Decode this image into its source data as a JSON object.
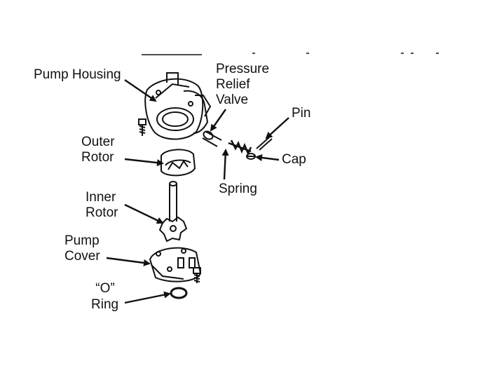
{
  "diagram": {
    "labels": {
      "pump_housing": "Pump Housing",
      "pressure_relief_valve": [
        "Pressure",
        "Relief",
        "Valve"
      ],
      "pin": "Pin",
      "outer_rotor": [
        "Outer",
        "Rotor"
      ],
      "cap": "Cap",
      "spring": "Spring",
      "inner_rotor": [
        "Inner",
        "Rotor"
      ],
      "pump_cover": [
        "Pump",
        "Cover"
      ],
      "o_ring": [
        "“O”",
        "Ring"
      ]
    }
  },
  "colors": {
    "ink": "#111111",
    "paper": "#ffffff"
  }
}
